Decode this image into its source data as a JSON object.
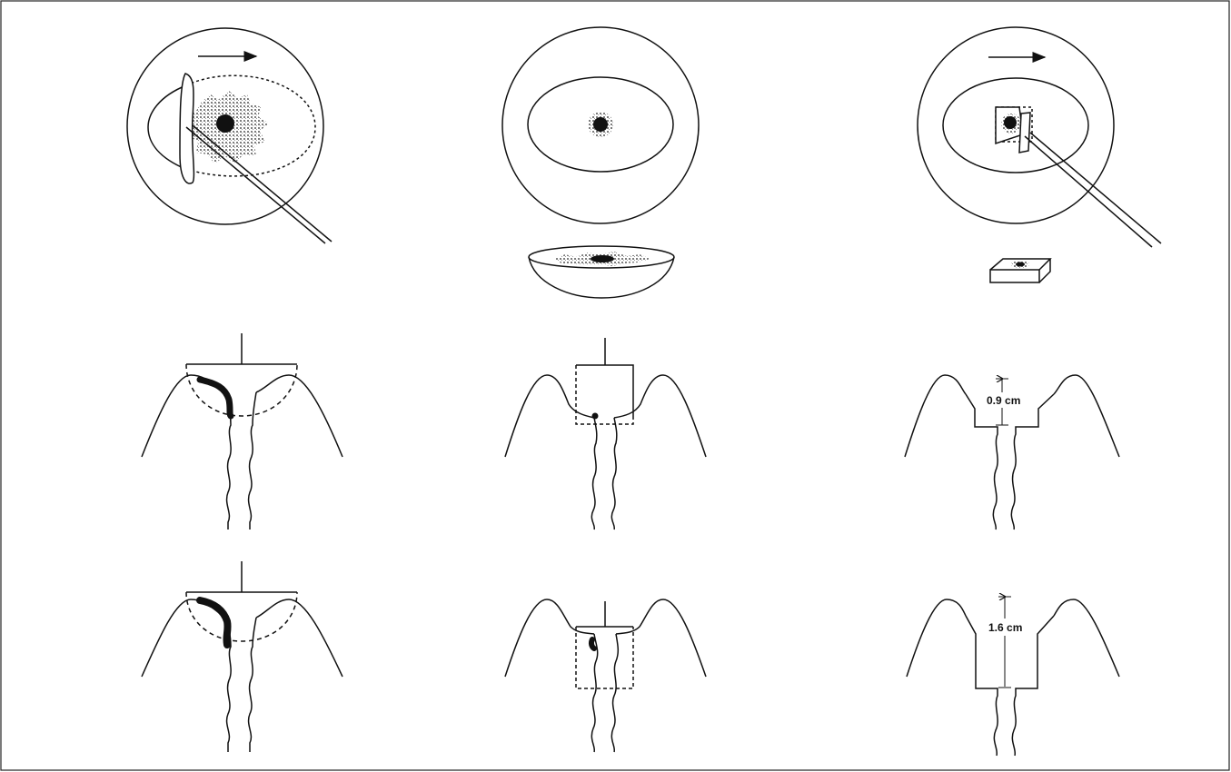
{
  "figure": {
    "colors": {
      "stroke": "#111111",
      "lesion": "#111111",
      "stipple": "#8a8a8a",
      "background": "#ffffff",
      "border": "#222222"
    },
    "panels": [
      {
        "name": "top-left",
        "icons": [
          "cervix-circle",
          "loop-electrode-large",
          "arrow-icon"
        ]
      },
      {
        "name": "top-center",
        "icons": [
          "cervix-circle",
          "cone-specimen"
        ]
      },
      {
        "name": "top-right",
        "icons": [
          "cervix-circle",
          "loop-electrode-small",
          "arrow-icon",
          "block-specimen"
        ]
      }
    ],
    "measurements": {
      "row2_depth": "0.9 cm",
      "row3_depth": "1.6 cm"
    }
  }
}
